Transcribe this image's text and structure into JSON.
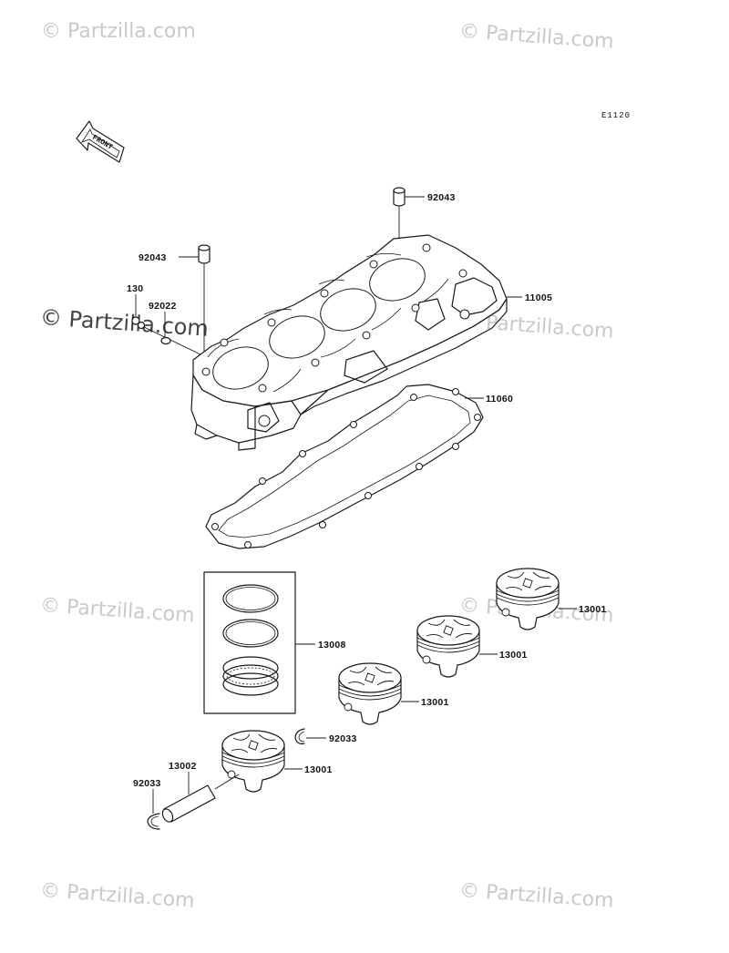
{
  "diagram_code": "E1120",
  "front_label": "FRONT",
  "watermark": "© Partzilla.com",
  "parts": {
    "dowel_top": "92043",
    "dowel_left": "92043",
    "bolt": "130",
    "washer": "92022",
    "cylinder": "11005",
    "gasket": "11060",
    "ring_set": "13008",
    "piston_1": "13001",
    "piston_2": "13001",
    "piston_3": "13001",
    "piston_4": "13001",
    "clip_right": "92033",
    "clip_left": "92033",
    "pin": "13002"
  },
  "colors": {
    "line": "#1a1a1a",
    "watermark": "#c9c9c9"
  }
}
